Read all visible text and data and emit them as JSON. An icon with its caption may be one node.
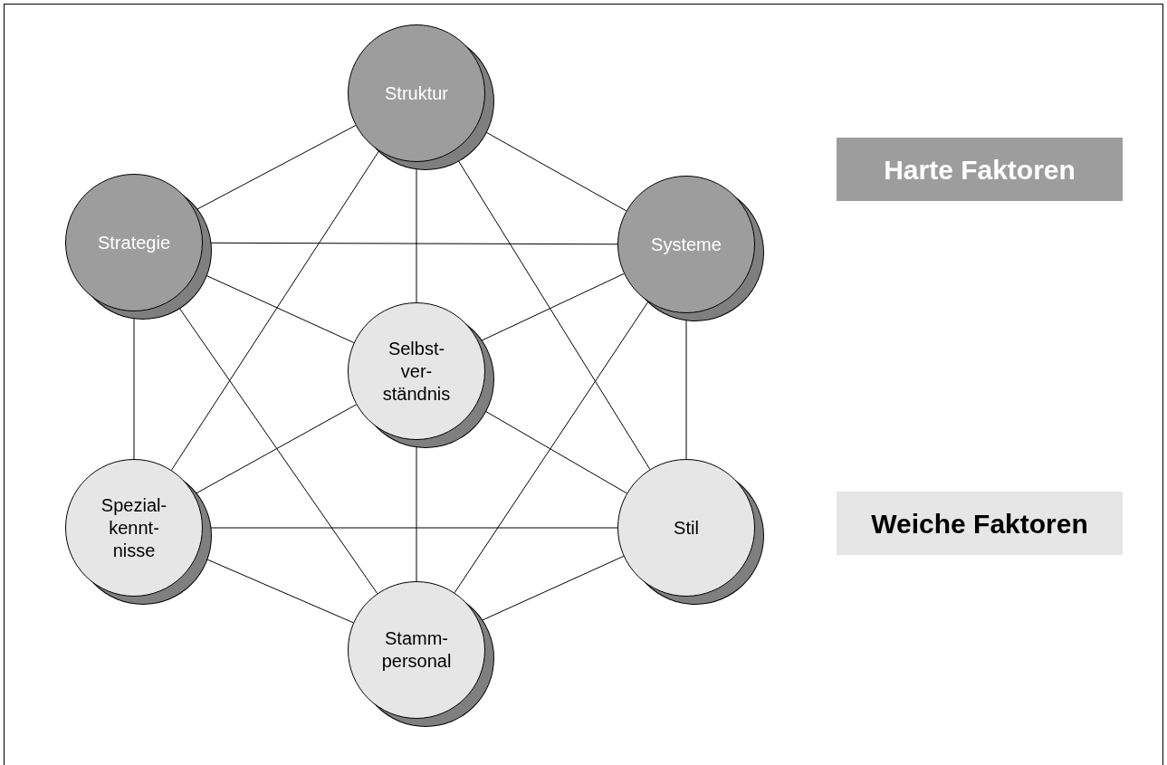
{
  "diagram": {
    "nodes": [
      {
        "text": [
          "Struktur"
        ]
      },
      {
        "text": [
          "Strategie"
        ]
      },
      {
        "text": [
          "Systeme"
        ]
      },
      {
        "text": [
          "Selbst- ver- ständnis"
        ]
      },
      {
        "text": [
          "Spezial- kennt- nisse"
        ]
      },
      {
        "text": [
          "Stil"
        ]
      },
      {
        "text": [
          "Stamm- personal"
        ]
      }
    ],
    "edges": [
      {
        "from": 0,
        "to": 1,
        "arrow": "none"
      },
      {
        "from": 0,
        "to": 2,
        "arrow": "none"
      },
      {
        "from": 0,
        "to": 3,
        "arrow": "none"
      },
      {
        "from": 0,
        "to": 4,
        "arrow": "none"
      },
      {
        "from": 0,
        "to": 5,
        "arrow": "none"
      },
      {
        "from": 1,
        "to": 2,
        "arrow": "none"
      },
      {
        "from": 1,
        "to": 3,
        "arrow": "none"
      },
      {
        "from": 1,
        "to": 4,
        "arrow": "none"
      },
      {
        "from": 1,
        "to": 6,
        "arrow": "none"
      },
      {
        "from": 2,
        "to": 3,
        "arrow": "none"
      },
      {
        "from": 2,
        "to": 5,
        "arrow": "none"
      },
      {
        "from": 2,
        "to": 6,
        "arrow": "none"
      },
      {
        "from": 3,
        "to": 4,
        "arrow": "none"
      },
      {
        "from": 3,
        "to": 5,
        "arrow": "none"
      },
      {
        "from": 3,
        "to": 6,
        "arrow": "none"
      },
      {
        "from": 4,
        "to": 5,
        "arrow": "none"
      },
      {
        "from": 4,
        "to": 6,
        "arrow": "none"
      },
      {
        "from": 5,
        "to": 6,
        "arrow": "none"
      }
    ],
    "legend": [
      {
        "text": "Harte Faktoren",
        "color": "#9d9d9d"
      },
      {
        "text": "Weiche Faktoren",
        "color": "#e6e6e6"
      }
    ]
  }
}
